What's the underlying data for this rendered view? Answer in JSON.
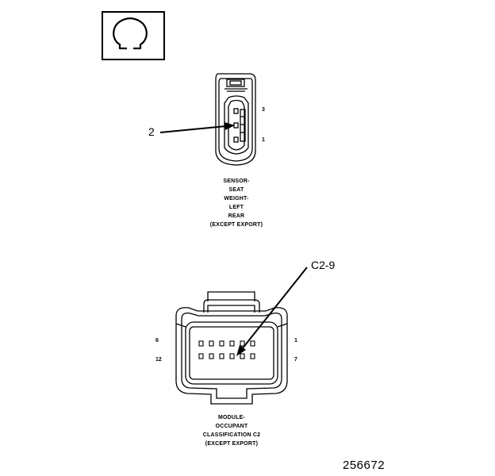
{
  "symbol": {
    "icon": "ohm-icon",
    "glyph": "Ω"
  },
  "sensor": {
    "callout": "2",
    "pin_top": "3",
    "pin_bottom": "1",
    "caption": [
      "SENSOR-",
      "SEAT",
      "WEIGHT-",
      "LEFT",
      "REAR",
      "(EXCEPT EXPORT)"
    ]
  },
  "module": {
    "callout": "C2-9",
    "pin_top_left": "6",
    "pin_bottom_left": "12",
    "pin_top_right": "1",
    "pin_bottom_right": "7",
    "caption": [
      "MODULE-",
      "OCCUPANT",
      "CLASSIFICATION C2",
      "(EXCEPT EXPORT)"
    ]
  },
  "figure_number": "256672"
}
